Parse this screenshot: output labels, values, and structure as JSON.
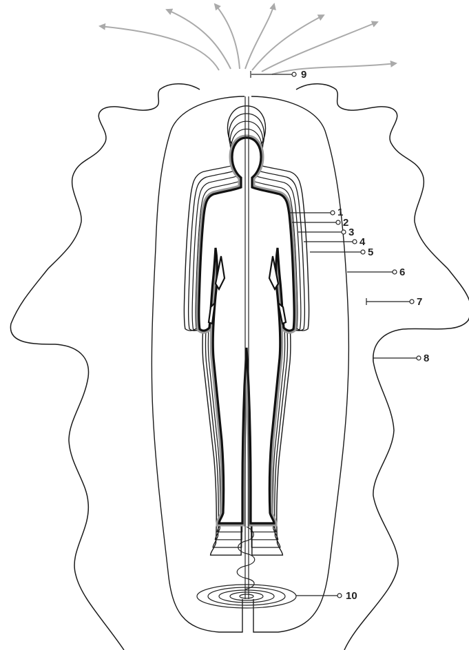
{
  "diagram": {
    "labels": {
      "l1": "1",
      "l2": "2",
      "l3": "3",
      "l4": "4",
      "l5": "5",
      "l6": "6",
      "l7": "7",
      "l8": "8",
      "l9": "9",
      "l10": "10"
    },
    "colors": {
      "outline": "#1a1a1a",
      "arrows": "#aaaaaa",
      "body_fill": "#ffffff",
      "halo": "#9a9a9a"
    }
  }
}
